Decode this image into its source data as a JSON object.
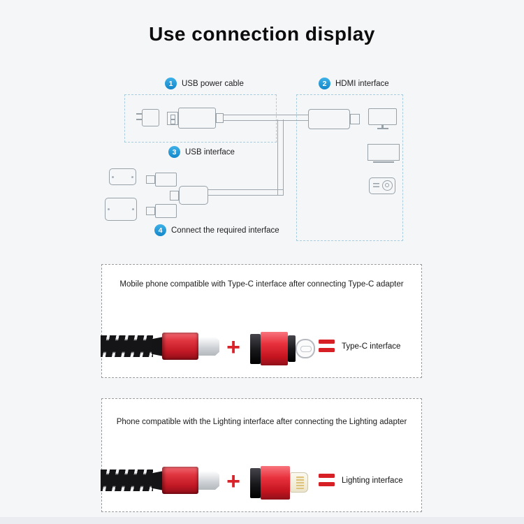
{
  "title": "Use connection display",
  "diagram": {
    "callouts": [
      {
        "number": "1",
        "label": "USB power cable"
      },
      {
        "number": "2",
        "label": "HDMI interface"
      },
      {
        "number": "3",
        "label": "USB interface"
      },
      {
        "number": "4",
        "label": "Connect the required interface"
      }
    ],
    "icons": [
      "wall-charger-icon",
      "usb-plug-icon",
      "hdmi-connector-icon",
      "monitor-icon",
      "tv-icon",
      "projector-icon",
      "phone-icon",
      "tablet-icon",
      "adapter-icon",
      "device-connector-icon"
    ]
  },
  "panels": [
    {
      "caption": "Mobile phone compatible with Type-C interface after connecting Type-C adapter",
      "plus": "+",
      "equals": "=",
      "result_label": "Type-C interface",
      "adapter_type": "type-c"
    },
    {
      "caption": "Phone compatible with the Lighting interface after connecting the Lighting adapter",
      "plus": "+",
      "equals": "=",
      "result_label": "Lighting interface",
      "adapter_type": "lightning"
    }
  ],
  "colors": {
    "callout_blue": "#1f97d9",
    "accent_red": "#d71f26",
    "cable_black": "#151517",
    "outline_gray": "#98a0a8",
    "dashed_zone_blue": "#a9ccde",
    "panel_background": "#ffffff",
    "page_background": "#f5f6f8"
  }
}
